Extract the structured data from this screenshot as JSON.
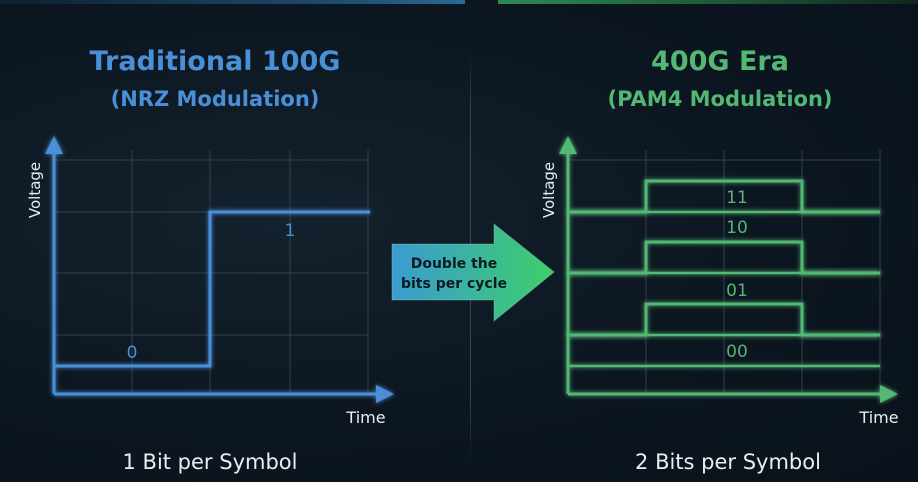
{
  "left": {
    "title": "Traditional 100G",
    "subtitle": "(NRZ Modulation)",
    "ylabel": "Voltage",
    "xlabel": "Time",
    "levels": [
      "0",
      "1"
    ],
    "footer": "1 Bit per Symbol",
    "color": "#4a90d9"
  },
  "center": {
    "arrow_label": "Double the bits per cycle",
    "arrow_color_start": "#3b9bd1",
    "arrow_color_end": "#3dcf6a"
  },
  "right": {
    "title": "400G Era",
    "subtitle": "(PAM4 Modulation)",
    "ylabel": "Voltage",
    "xlabel": "Time",
    "levels": [
      "00",
      "01",
      "10",
      "11"
    ],
    "footer": "2 Bits per Symbol",
    "color": "#52b873"
  }
}
